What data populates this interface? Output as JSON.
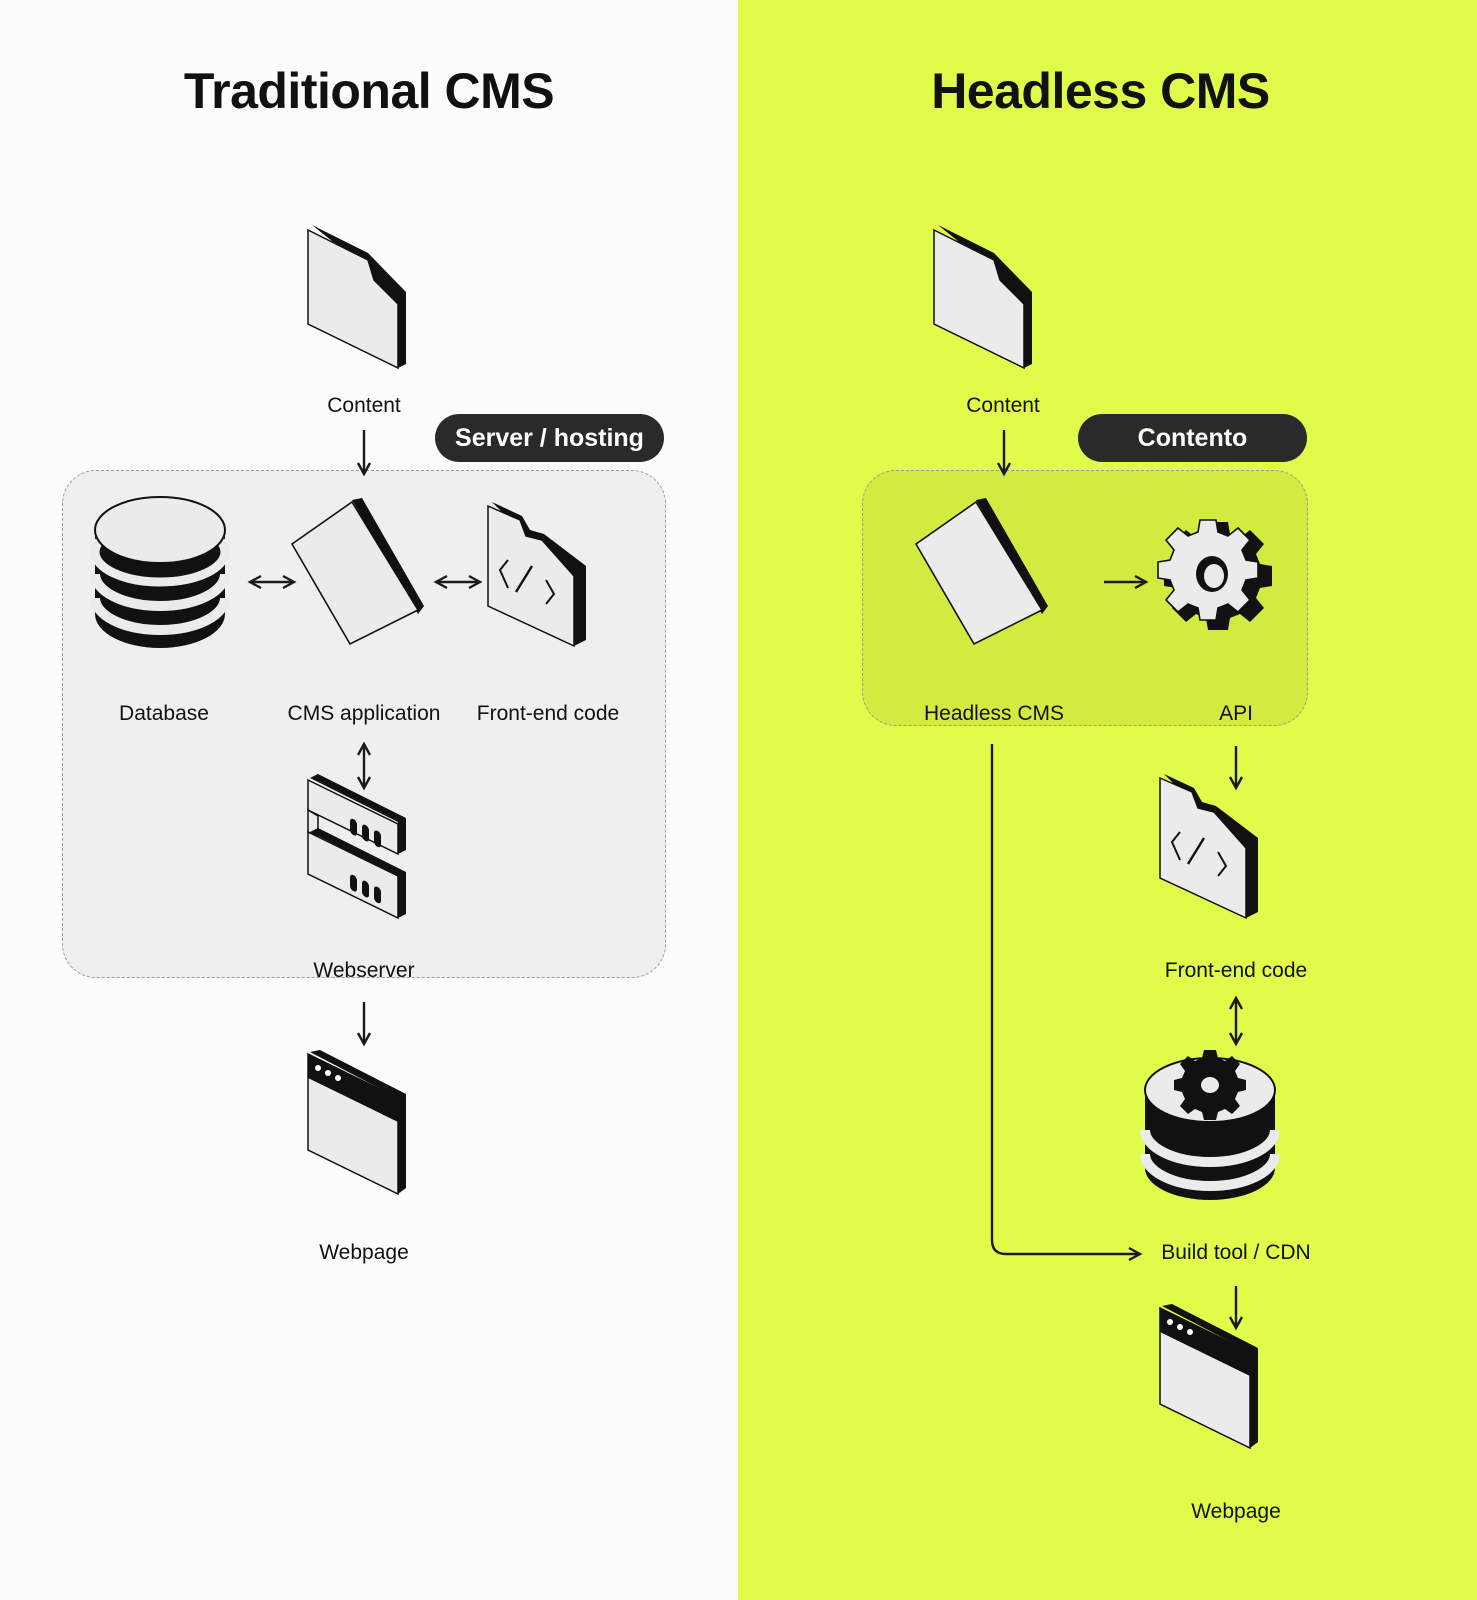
{
  "left": {
    "title": "Traditional CMS",
    "group_label": "Server / hosting",
    "nodes": {
      "content": "Content",
      "database": "Database",
      "cms_application": "CMS application",
      "frontend_code": "Front-end code",
      "webserver": "Webserver",
      "webpage": "Webpage"
    }
  },
  "right": {
    "title": "Headless CMS",
    "group_label": "Contento",
    "nodes": {
      "content": "Content",
      "headless_cms": "Headless CMS",
      "api": "API",
      "frontend_code": "Front-end code",
      "build_tool": "Build tool / CDN",
      "webpage": "Webpage"
    }
  },
  "colors": {
    "left_background": "#fcfcfc",
    "right_background": "#e0fb4a",
    "group_fill_left": "#efefef",
    "group_fill_right": "#d3ea41",
    "pill": "#2a2a2a",
    "icon_face": "#ebebeb",
    "icon_dark": "#111111"
  },
  "icons": {
    "content": "document-icon",
    "database": "database-icon",
    "cms": "card-icon",
    "frontend": "code-file-icon",
    "webserver": "server-icon",
    "webpage": "browser-window-icon",
    "api": "gear-icon",
    "build_tool": "database-gear-icon"
  }
}
